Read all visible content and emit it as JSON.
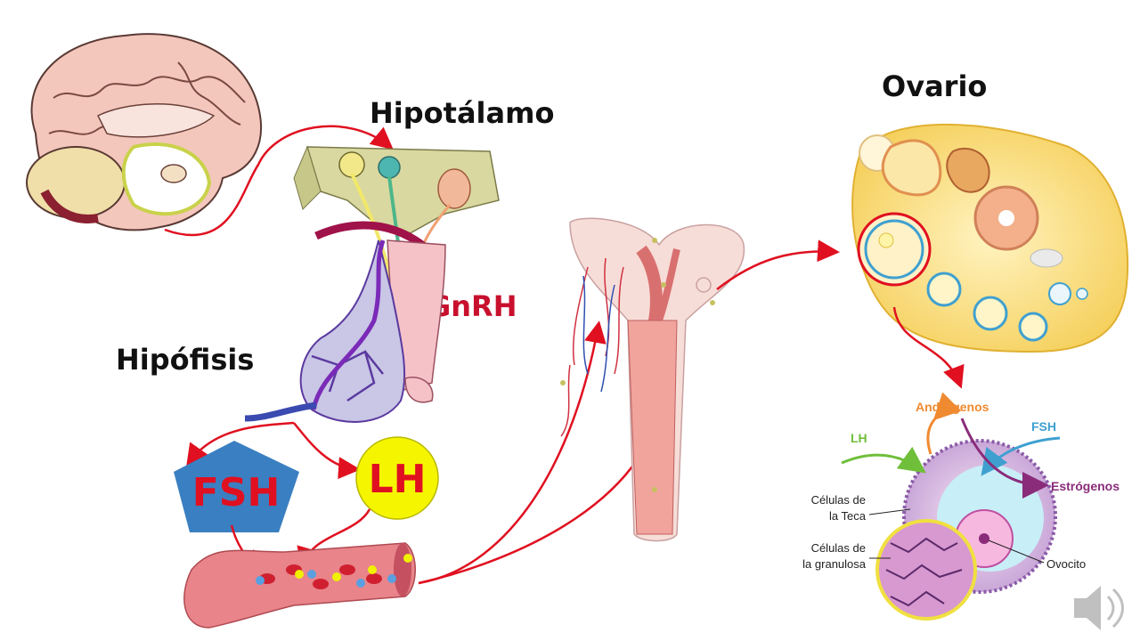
{
  "labels": {
    "hypothalamus": "Hipotálamo",
    "pituitary": "Hipófisis",
    "gnrh": "GnRH",
    "ovary": "Ovario",
    "fsh": "FSH",
    "lh": "LH"
  },
  "follicle": {
    "lh": "LH",
    "fsh": "FSH",
    "androgens": "Andrógenos",
    "estrogens": "Estrógenos",
    "theca_line1": "Células de",
    "theca_line2": "la Teca",
    "granulosa_line1": "Células de",
    "granulosa_line2": "la granulosa",
    "oocyte": "Ovocito"
  },
  "icons": [
    "brain-icon",
    "hypothalamus-pituitary-icon",
    "blood-vessel-icon",
    "uterus-icon",
    "ovary-icon",
    "follicle-icon",
    "speaker-icon"
  ],
  "colors": {
    "arrow": "#e01020",
    "fsh_shape": "#3a7fc1",
    "lh_shape": "#f5f500",
    "androgens": "#f08a30",
    "estrogens": "#8a2c7a",
    "lh_arrow": "#6fbf3a",
    "fsh_arrow": "#3fa0d0"
  }
}
